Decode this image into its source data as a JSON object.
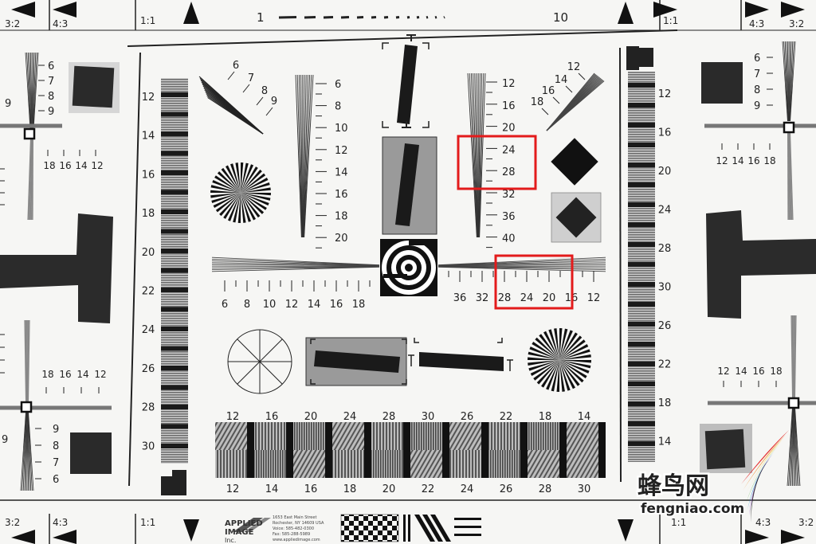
{
  "top_scale": {
    "left": "1",
    "right": "10"
  },
  "aspect_labels": {
    "r32": "3:2",
    "r43": "4:3",
    "r11": "1:1"
  },
  "left_fan_numbers": [
    "6",
    "7",
    "8",
    "9"
  ],
  "left_fan_side_number": "9",
  "left_bar_numbers": [
    "18",
    "16",
    "14",
    "12"
  ],
  "left_low_bar_numbers": [
    "18",
    "16",
    "14",
    "12"
  ],
  "left_low_fan_numbers": [
    "9",
    "8",
    "7",
    "6"
  ],
  "left_low_side_number": "9",
  "left_strip_numbers": [
    "12",
    "14",
    "16",
    "18",
    "20",
    "22",
    "24",
    "26",
    "28",
    "30"
  ],
  "right_strip_numbers": [
    "12",
    "16",
    "20",
    "24",
    "28",
    "30",
    "26",
    "22",
    "18",
    "14"
  ],
  "diag_fan_numbers": [
    "6",
    "7",
    "8",
    "9"
  ],
  "vfan1_numbers": [
    "6",
    "8",
    "10",
    "12",
    "14",
    "16",
    "18",
    "20"
  ],
  "vfan2_numbers": [
    "12",
    "16",
    "20",
    "24",
    "28",
    "32",
    "36",
    "40"
  ],
  "diag_fan2_numbers": [
    "12",
    "14",
    "16",
    "18"
  ],
  "hfan_left_numbers": [
    "6",
    "8",
    "10",
    "12",
    "14",
    "16",
    "18"
  ],
  "hfan_right_numbers": [
    "36",
    "32",
    "28",
    "24",
    "20",
    "16",
    "12"
  ],
  "bottom_top_numbers": [
    "12",
    "16",
    "20",
    "24",
    "28",
    "30",
    "26",
    "22",
    "18",
    "14"
  ],
  "bottom_bottom_numbers": [
    "12",
    "14",
    "16",
    "18",
    "20",
    "22",
    "24",
    "26",
    "28",
    "30"
  ],
  "right_fan_numbers": [
    "6",
    "7",
    "8",
    "9"
  ],
  "right_bar_numbers": [
    "12",
    "14",
    "16",
    "18"
  ],
  "right_low_bar_numbers": [
    "12",
    "14",
    "16",
    "18"
  ],
  "logo": {
    "line1": "APPLIED",
    "line2": "IMAGE",
    "line3": "Inc."
  },
  "address": [
    "1653 East Main Street",
    "Rochester, NY 14609 USA",
    "Voice: 585-482-0300",
    "Fax: 585-288-5989",
    "www.appliedimage.com"
  ],
  "watermark": {
    "brand": "蜂鸟网",
    "url": "fengniao.com"
  },
  "colors": {
    "highlight": "#e31b1b",
    "ink": "#1a1a1a",
    "paper": "#f6f6f4"
  }
}
